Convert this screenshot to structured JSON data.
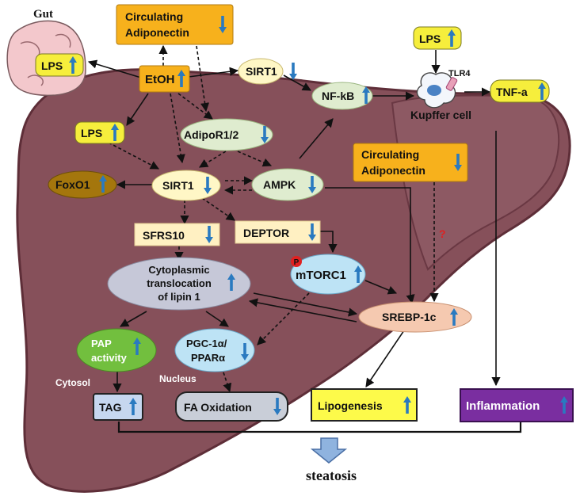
{
  "colors": {
    "liver": "#86505a",
    "liver_dark": "#5e2e38",
    "lobe_right": "#8d5963",
    "arrow_up": "#2a7ac0",
    "node_yellow": "#f6ee3c",
    "node_orange": "#f7b11c",
    "node_pale": "#fff7c6",
    "node_green": "#72bf3e",
    "node_brown": "#a4760d",
    "node_inflammation": "#7a2ea0",
    "question_mark": "#e02020"
  },
  "labels": {
    "gut": "Gut",
    "lps_gut": "LPS",
    "circ_adiponectin_top_1": "Circulating",
    "circ_adiponectin_top_2": "Adiponectin",
    "etoh": "EtOH",
    "sirt1_top": "SIRT1",
    "nfkb": "NF-kB",
    "lps_top": "LPS",
    "tlr4": "TLR4",
    "tnfa": "TNF-a",
    "kupffer": "Kupffer cell",
    "lps_mid": "LPS",
    "adipor": "AdipoR1/2",
    "circ_adiponectin_right_1": "Circulating",
    "circ_adiponectin_right_2": "Adiponectin",
    "foxo1": "FoxO1",
    "sirt1_mid": "SIRT1",
    "ampk": "AMPK",
    "sfrs10": "SFRS10",
    "deptor": "DEPTOR",
    "question": "?",
    "phospho": "P",
    "mtorc1": "mTORC1",
    "lipin_1": "Cytoplasmic",
    "lipin_2": "translocation",
    "lipin_3": "of lipin 1",
    "srebp": "SREBP-1c",
    "pap_1": "PAP",
    "pap_2": "activity",
    "pgc_1": "PGC-1α/",
    "pgc_2": "PPARα",
    "cytosol": "Cytosol",
    "nucleus": "Nucleus",
    "tag": "TAG",
    "fa_oxidation": "FA Oxidation",
    "lipogenesis": "Lipogenesis",
    "inflammation": "Inflammation",
    "steatosis": "steatosis"
  }
}
